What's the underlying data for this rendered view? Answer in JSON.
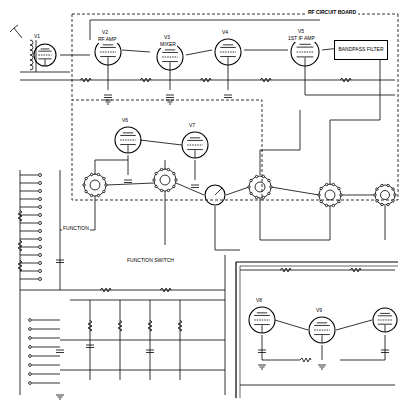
{
  "diagram": {
    "nodes": [
      {
        "text": [
          "RF CIRCUIT BOARD"
        ]
      },
      {
        "text": [
          "BANDPASS FILTER"
        ],
        "in": 0
      }
    ],
    "labels": [
      "V1",
      "V2",
      "V3",
      "V4",
      "V5",
      "V6",
      "V7",
      "V8",
      "V9",
      "RF AMP",
      "MIXER",
      "1ST IF AMP",
      "FUNCTION",
      "FUNCTION SWITCH"
    ]
  }
}
